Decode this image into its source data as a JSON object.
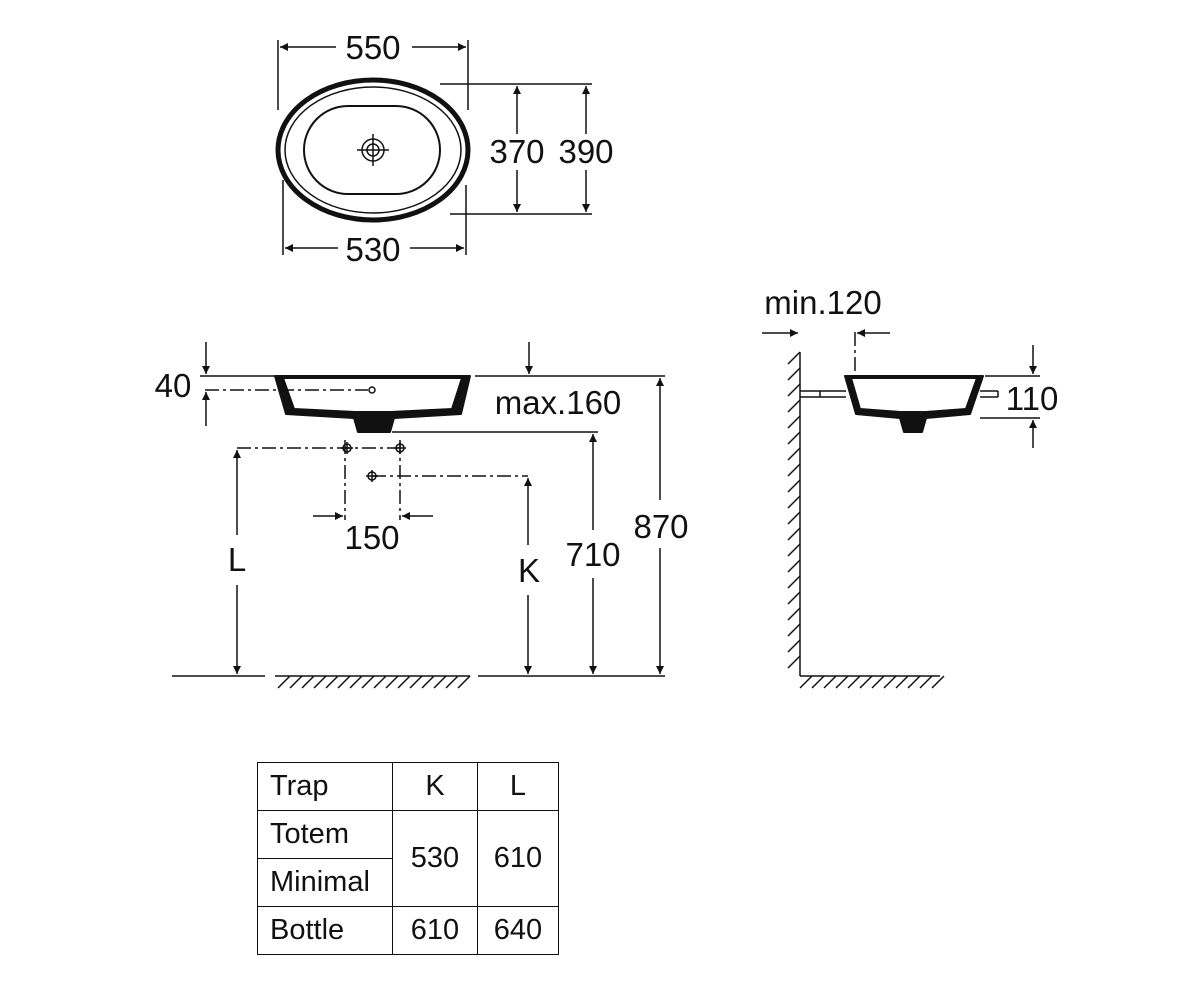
{
  "top_view": {
    "outer_length": "550",
    "bowl_length": "530",
    "bowl_width": "370",
    "outer_width": "390"
  },
  "front_view": {
    "rim_height": "40",
    "max_tap_height": "max.160",
    "waste_spacing": "150",
    "trap_L": "L",
    "trap_K": "K",
    "height_to_waste": "710",
    "height_to_rim": "870"
  },
  "side_view": {
    "wall_clearance": "min.120",
    "basin_height": "110"
  },
  "table": {
    "headers": [
      "Trap",
      "K",
      "L"
    ],
    "rows": [
      {
        "trap": "Totem",
        "k": "530",
        "l": "610"
      },
      {
        "trap": "Minimal",
        "k": "530",
        "l": "610"
      },
      {
        "trap": "Bottle",
        "k": "610",
        "l": "640"
      }
    ]
  }
}
